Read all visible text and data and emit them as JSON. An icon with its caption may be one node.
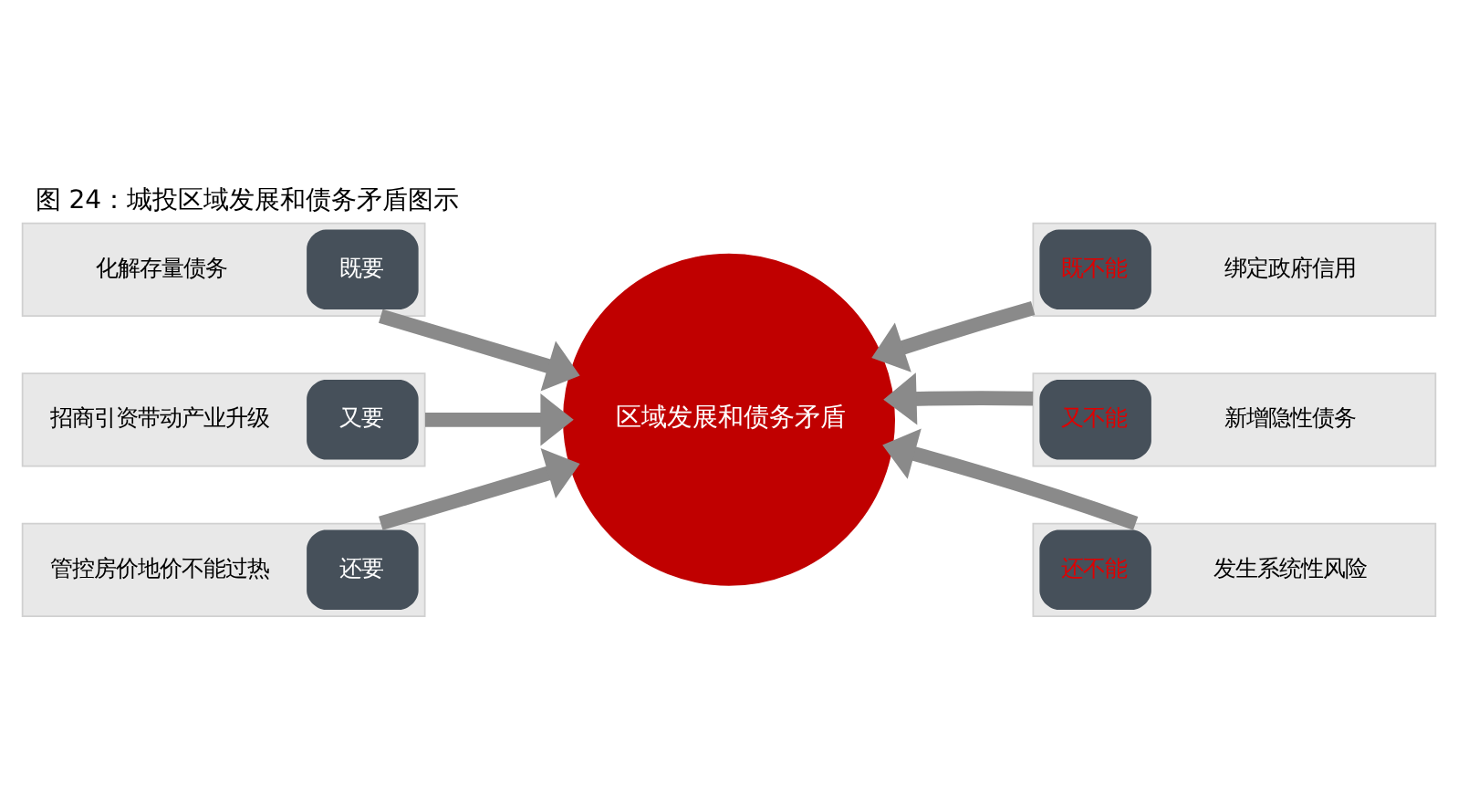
{
  "diagram": {
    "title": "图 24：城投区域发展和债务矛盾图示",
    "nodes": [
      {
        "text": [
          "化解存量债务",
          "既要"
        ]
      },
      {
        "text": [
          "既不能",
          "绑定政府信用"
        ]
      },
      {
        "text": [
          "招商引资带动产业升级",
          "又要"
        ]
      },
      {
        "text": [
          "区域发展和债务矛盾"
        ]
      },
      {
        "text": [
          "又不能",
          "新增隐性债务"
        ]
      },
      {
        "text": [
          "管控房价地价不能过热",
          "还要"
        ]
      },
      {
        "text": [
          "还不能",
          "发生系统性风险"
        ]
      }
    ],
    "edges": [
      {
        "from": 0,
        "to": 3,
        "arrow": "to"
      },
      {
        "from": 1,
        "to": 3,
        "arrow": "to"
      },
      {
        "from": 2,
        "to": 3,
        "arrow": "to"
      },
      {
        "from": 4,
        "to": 3,
        "arrow": "to"
      },
      {
        "from": 5,
        "to": 3,
        "arrow": "to"
      },
      {
        "from": 6,
        "to": 3,
        "arrow": "to"
      }
    ]
  }
}
